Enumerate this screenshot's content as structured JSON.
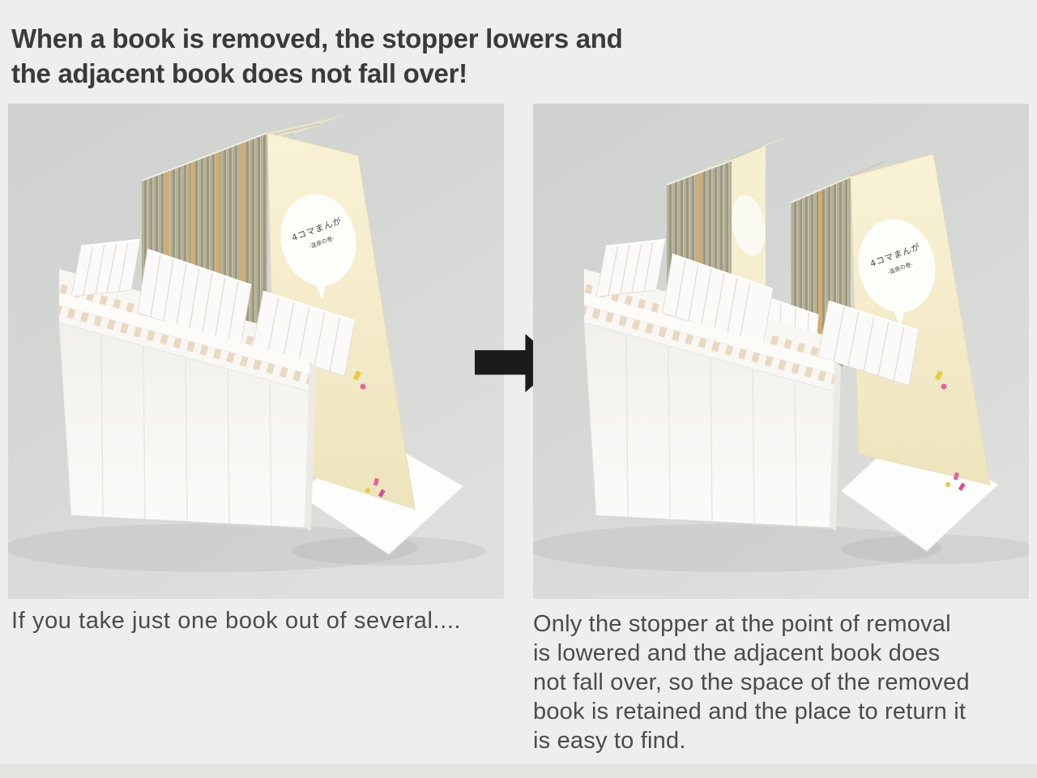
{
  "page": {
    "background": "#eeeeed",
    "footer_strip_color": "#e3e3e0"
  },
  "headline": {
    "lines": [
      "When a book is removed, the stopper lowers and",
      "the adjacent book does not fall over!"
    ],
    "color": "#3a3a3a"
  },
  "figures": {
    "before": {
      "caption": "If you take just one book out of several....",
      "book_label": {
        "line1": "4コマまんが",
        "line2": "-温泉の巻-"
      }
    },
    "after": {
      "caption_lines": [
        "Only the stopper at the point of removal",
        "is lowered and the adjacent book does",
        "not fall over, so the space of the removed",
        "book is retained and the place to return it",
        "is easy to find."
      ],
      "book_label": {
        "line1": "4コマまんが",
        "line2": "-温泉の巻-"
      }
    },
    "arrow_color": "#1b1b1b"
  },
  "palette": {
    "photo_background": "#d4d6d4",
    "stand_white": "#fbfaf7",
    "stand_hole_shadow": "#ead9c2",
    "book_pages": "#b5b198",
    "book_page_top": "#e4e1d0",
    "book_gold_edge": "#d3ac6e",
    "book_cover": "#f8f1d4",
    "bubble_white": "#fdfdfa",
    "confetti_pink": "#e2639d",
    "confetti_yellow": "#e8c93f",
    "caption_text": "#4b4b4b",
    "headline_text": "#3a3a3a",
    "arrow": "#1b1b1b"
  }
}
